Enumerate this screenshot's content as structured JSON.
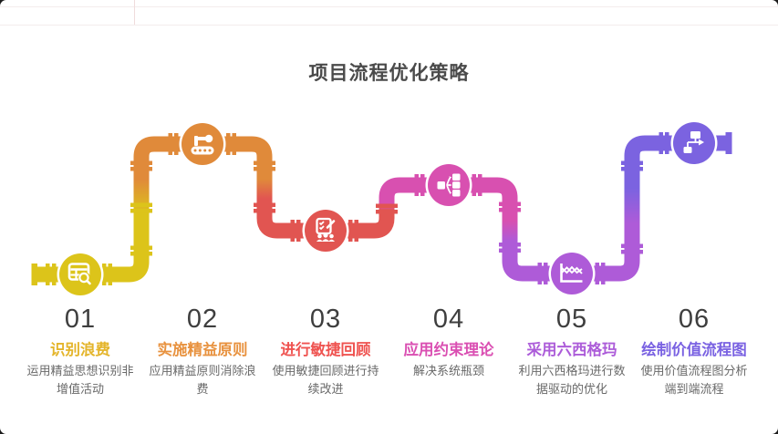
{
  "page": {
    "title": "项目流程优化策略",
    "background": "#1b1b1b",
    "card_background": "#ffffff"
  },
  "steps": [
    {
      "number": "01",
      "title": "识别浪费",
      "description": "运用精益思想识别非增值活动",
      "color": "#DCC41A",
      "label_color": "#E4B52B",
      "icon": "table-search-icon"
    },
    {
      "number": "02",
      "title": "实施精益原则",
      "description": "应用精益原则消除浪费",
      "color": "#E08A3A",
      "label_color": "#E8923F",
      "icon": "robot-arm-icon"
    },
    {
      "number": "03",
      "title": "进行敏捷回顾",
      "description": "使用敏捷回顾进行持续改进",
      "color": "#E15551",
      "label_color": "#EF5350",
      "icon": "checklist-icon"
    },
    {
      "number": "04",
      "title": "应用约束理论",
      "description": "解决系统瓶颈",
      "color": "#D850B0",
      "label_color": "#DA4FB2",
      "icon": "branch-icon"
    },
    {
      "number": "05",
      "title": "采用六西格玛",
      "description": "利用六西格玛进行数据驱动的优化",
      "color": "#AE5BD8",
      "label_color": "#AC5CD9",
      "icon": "line-chart-icon"
    },
    {
      "number": "06",
      "title": "绘制价值流程图",
      "description": "使用价值流程图分析端到端流程",
      "color": "#7B63E0",
      "label_color": "#7A62E2",
      "icon": "flowchart-icon"
    }
  ],
  "text_colors": {
    "number": "#3E3E3E",
    "description": "#696969",
    "heading": "#4A4A4A"
  }
}
